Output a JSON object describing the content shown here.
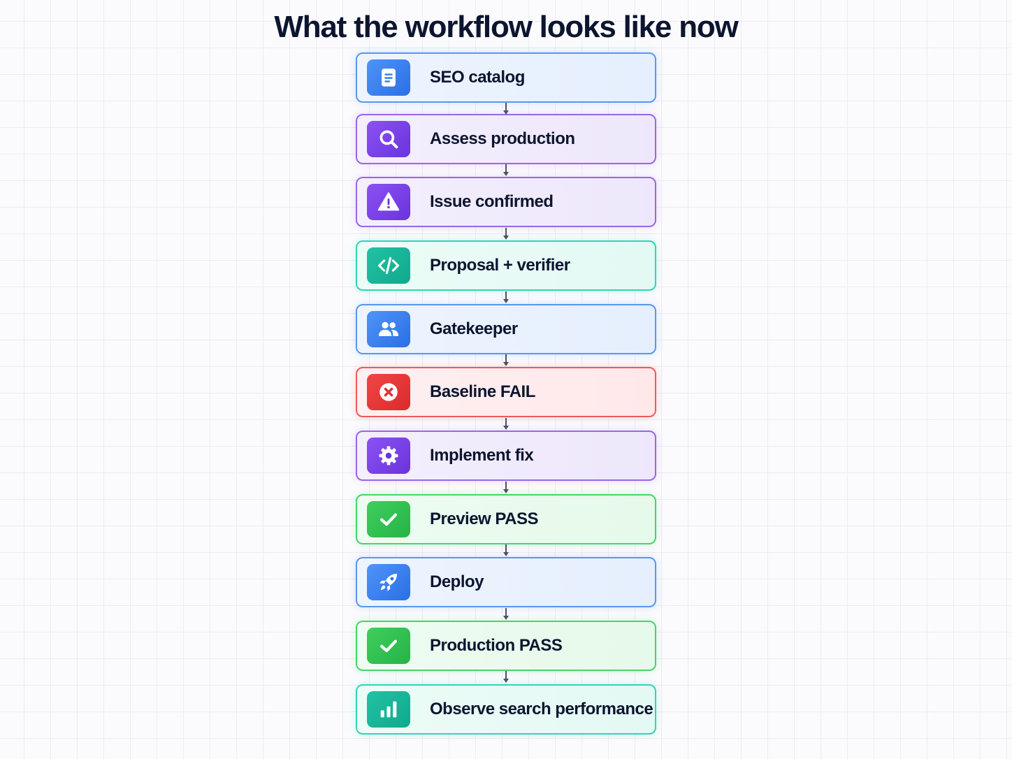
{
  "title": "What the workflow looks like now",
  "steps": [
    {
      "label": "SEO catalog",
      "icon": "document-icon",
      "theme": "blue"
    },
    {
      "label": "Assess production",
      "icon": "search-icon",
      "theme": "purple"
    },
    {
      "label": "Issue confirmed",
      "icon": "warning-icon",
      "theme": "purple"
    },
    {
      "label": "Proposal + verifier",
      "icon": "code-icon",
      "theme": "teal"
    },
    {
      "label": "Gatekeeper",
      "icon": "users-icon",
      "theme": "blue"
    },
    {
      "label": "Baseline FAIL",
      "icon": "x-circle-icon",
      "theme": "red"
    },
    {
      "label": "Implement fix",
      "icon": "gear-icon",
      "theme": "purple"
    },
    {
      "label": "Preview PASS",
      "icon": "check-icon",
      "theme": "green"
    },
    {
      "label": "Deploy",
      "icon": "rocket-icon",
      "theme": "blue"
    },
    {
      "label": "Production PASS",
      "icon": "check-icon",
      "theme": "green"
    },
    {
      "label": "Observe search performance",
      "icon": "bar-chart-icon",
      "theme": "teal"
    }
  ],
  "colors": {
    "blue": "#5a96ee",
    "purple": "#9a66e8",
    "teal": "#2fd6b4",
    "red": "#ef5a5a",
    "green": "#45d56c",
    "title": "#0c1530",
    "arrow": "#4a5068"
  }
}
